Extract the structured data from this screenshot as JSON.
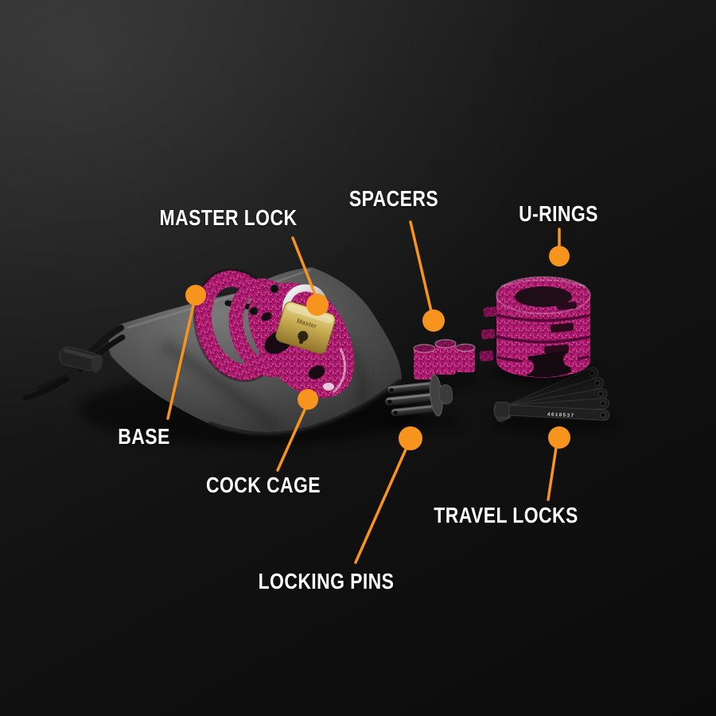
{
  "diagram": {
    "type": "annotated-product-parts-diagram",
    "background_colors": [
      "#262626",
      "#0b0b0b"
    ],
    "accent_color": "#F7941D",
    "label_text_color": "#FFFFFF"
  },
  "callouts": {
    "master_lock": {
      "label": "MASTER LOCK"
    },
    "spacers": {
      "label": "SPACERS"
    },
    "u_rings": {
      "label": "U-RINGS"
    },
    "base": {
      "label": "BASE"
    },
    "cock_cage": {
      "label": "COCK CAGE"
    },
    "locking_pins": {
      "label": "LOCKING PINS"
    },
    "travel_locks": {
      "label": "TRAVEL LOCKS"
    }
  },
  "illustration": {
    "padlock_brand_engraving": "Master",
    "travel_lock_serial": "4610537",
    "part_colors": {
      "glitter_pink": "#AB186C",
      "brass": "#C3A74E",
      "shackle_steel": "#D8D8D8",
      "pouch_gray": "#565656",
      "hardware_black": "#1E1E1E"
    }
  }
}
